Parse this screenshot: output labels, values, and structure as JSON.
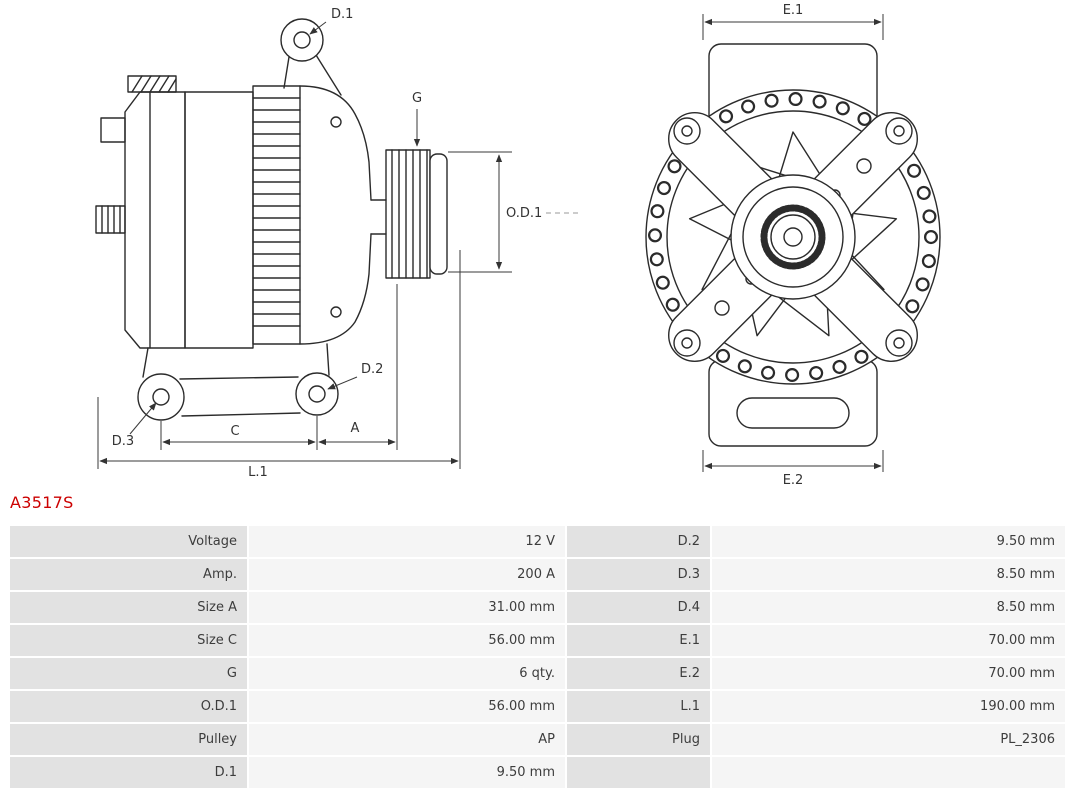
{
  "part_number": "A3517S",
  "colors": {
    "part_number_text": "#cc0000",
    "table_label_bg": "#e2e2e2",
    "table_value_bg": "#f5f5f5",
    "drawing_line": "#2b2b2b"
  },
  "labels": {
    "side": {
      "d1": "D.1",
      "g": "G",
      "od1": "O.D.1",
      "d2": "D.2",
      "d3": "D.3",
      "c": "C",
      "a": "A",
      "l1": "L.1"
    },
    "front": {
      "e1": "E.1",
      "e2": "E.2"
    }
  },
  "spec_table": {
    "rows": [
      {
        "label_left": "Voltage",
        "value_left": "12 V",
        "label_right": "D.2",
        "value_right": "9.50 mm"
      },
      {
        "label_left": "Amp.",
        "value_left": "200 A",
        "label_right": "D.3",
        "value_right": "8.50 mm"
      },
      {
        "label_left": "Size A",
        "value_left": "31.00 mm",
        "label_right": "D.4",
        "value_right": "8.50 mm"
      },
      {
        "label_left": "Size C",
        "value_left": "56.00 mm",
        "label_right": "E.1",
        "value_right": "70.00 mm"
      },
      {
        "label_left": "G",
        "value_left": "6 qty.",
        "label_right": "E.2",
        "value_right": "70.00 mm"
      },
      {
        "label_left": "O.D.1",
        "value_left": "56.00 mm",
        "label_right": "L.1",
        "value_right": "190.00 mm"
      },
      {
        "label_left": "Pulley",
        "value_left": "AP",
        "label_right": "Plug",
        "value_right": "PL_2306"
      },
      {
        "label_left": "D.1",
        "value_left": "9.50 mm",
        "label_right": "",
        "value_right": ""
      }
    ]
  }
}
